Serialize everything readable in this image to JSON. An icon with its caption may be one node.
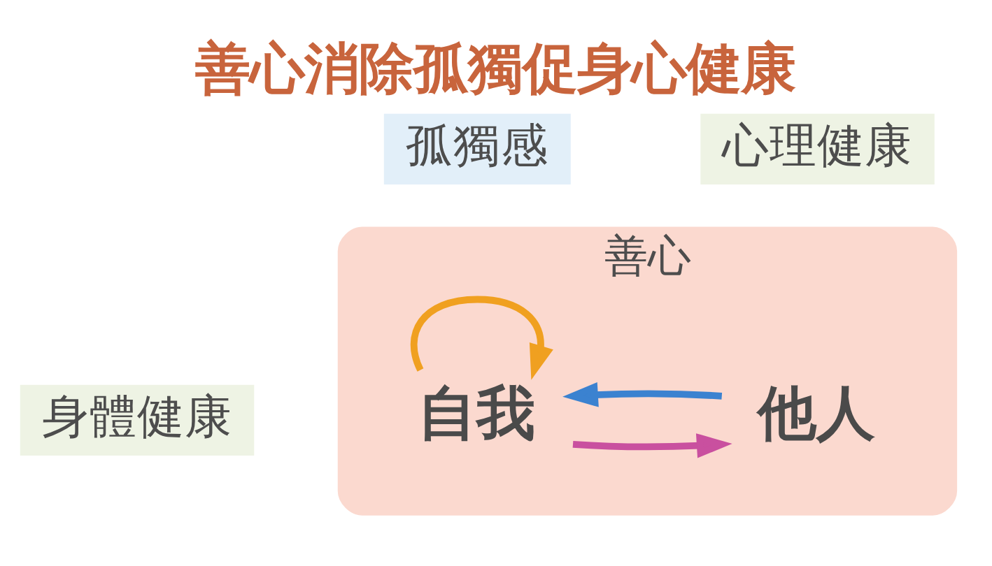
{
  "diagram": {
    "title": "善心消除孤獨促身心健康",
    "nodes": [
      {
        "text": [
          "善心"
        ]
      },
      {
        "text": [
          "自我"
        ],
        "in": 0
      },
      {
        "text": [
          "他人"
        ],
        "in": 0
      }
    ],
    "edges": [
      {
        "from": 1,
        "to": 2,
        "arrow": "to",
        "color": "#c9509f"
      },
      {
        "from": 1,
        "to": 1,
        "arrow": "to",
        "color": "#f0a020"
      },
      {
        "from": 2,
        "to": 1,
        "arrow": "to",
        "color": "#3b82d0"
      }
    ],
    "labels": [
      "身體健康",
      "心理健康",
      "孤獨感"
    ]
  }
}
